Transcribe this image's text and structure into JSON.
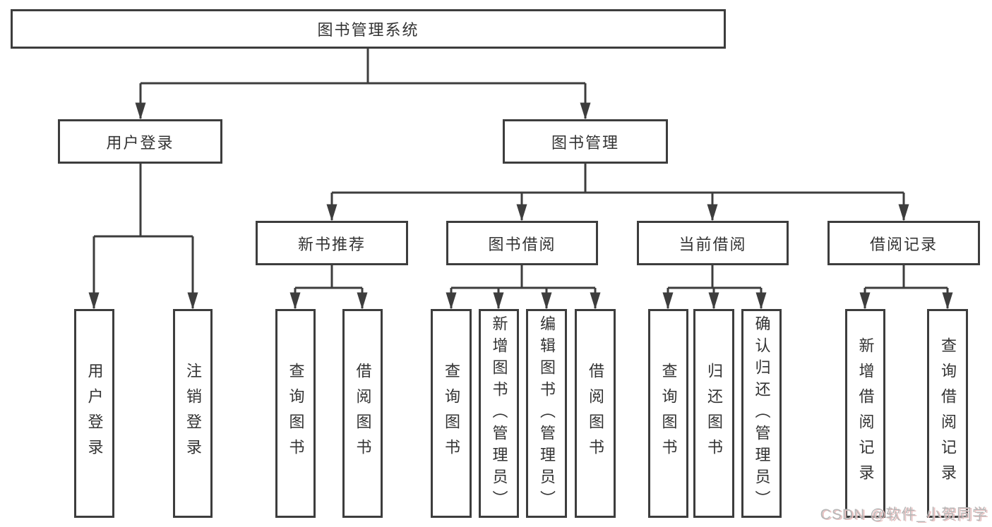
{
  "diagram": {
    "root": {
      "label": "图书管理系统"
    },
    "branches": [
      {
        "label": "用户登录",
        "children": [
          {
            "label": "用户登录"
          },
          {
            "label": "注销登录"
          }
        ]
      },
      {
        "label": "图书管理",
        "children": [
          {
            "label": "新书推荐",
            "children": [
              {
                "label": "查询图书"
              },
              {
                "label": "借阅图书"
              }
            ]
          },
          {
            "label": "图书借阅",
            "children": [
              {
                "label": "查询图书"
              },
              {
                "label": "新增图书（管理员）"
              },
              {
                "label": "编辑图书（管理员）"
              },
              {
                "label": "借阅图书"
              }
            ]
          },
          {
            "label": "当前借阅",
            "children": [
              {
                "label": "查询图书"
              },
              {
                "label": "归还图书"
              },
              {
                "label": "确认归还（管理员）"
              }
            ]
          },
          {
            "label": "借阅记录",
            "children": [
              {
                "label": "新增借阅记录"
              },
              {
                "label": "查询借阅记录"
              }
            ]
          }
        ]
      }
    ]
  },
  "watermark": {
    "text": "CSDN @软件_小贺同学"
  },
  "colors": {
    "line": "#3d3d3d",
    "box_border": "#3d3d3d",
    "text": "#333333",
    "background": "#ffffff",
    "watermark_text": "#b7b7b7",
    "watermark_shadow": "#eac2c2"
  }
}
